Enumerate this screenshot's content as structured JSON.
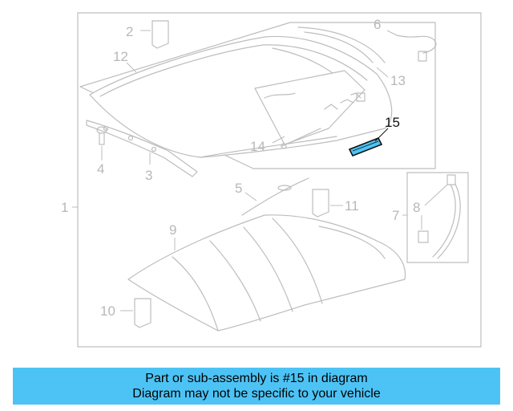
{
  "diagram": {
    "callouts": {
      "c1": "1",
      "c2": "2",
      "c3": "3",
      "c4": "4",
      "c5": "5",
      "c6": "6",
      "c7": "7",
      "c8": "8",
      "c9": "9",
      "c10": "10",
      "c11": "11",
      "c12": "12",
      "c13": "13",
      "c14": "14",
      "c15": "15"
    },
    "highlight_color": "#4dc3f5",
    "line_color": "#bdbdbd"
  },
  "banner": {
    "line1": "Part or sub-assembly is #15 in diagram",
    "line2": "Diagram may not be specific to your vehicle",
    "color": "#4dc3f5"
  }
}
